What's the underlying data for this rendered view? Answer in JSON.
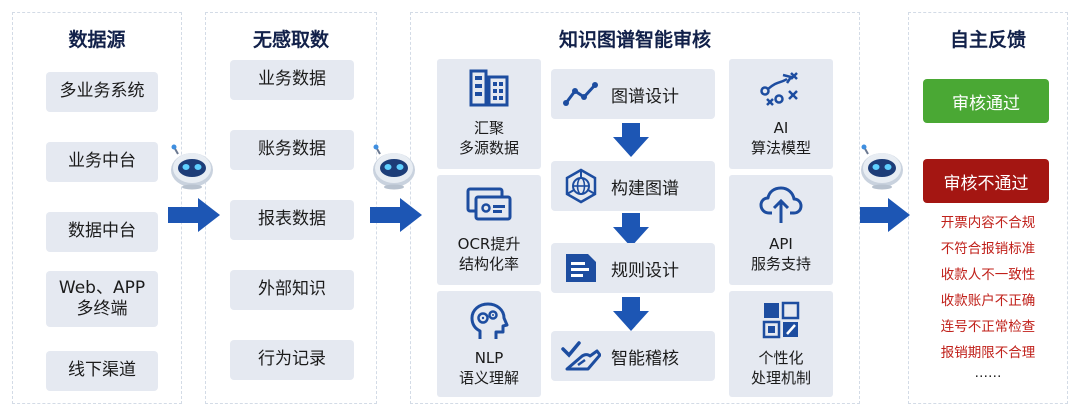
{
  "colors": {
    "title": "#12214a",
    "box_bg": "#e5e9f1",
    "arrow": "#1d56b4",
    "icon": "#1d4da0",
    "pass": "#4aa834",
    "fail": "#a41612",
    "reason_text": "#c0201a"
  },
  "sources": {
    "title": "数据源",
    "items": [
      "多业务系统",
      "业务中台",
      "数据中台",
      "Web、APP\n多终端",
      "线下渠道"
    ]
  },
  "collect": {
    "title": "无感取数",
    "items": [
      "业务数据",
      "账务数据",
      "报表数据",
      "外部知识",
      "行为记录"
    ]
  },
  "audit": {
    "title": "知识图谱智能审核",
    "left_cards": [
      {
        "icon": "building-data-icon",
        "lines": [
          "汇聚",
          "多源数据"
        ]
      },
      {
        "icon": "id-card-icon",
        "lines": [
          "OCR提升",
          "结构化率"
        ]
      },
      {
        "icon": "brain-gear-icon",
        "lines": [
          "NLP",
          "语义理解"
        ]
      }
    ],
    "steps": [
      {
        "icon": "line-chart-icon",
        "label": "图谱设计"
      },
      {
        "icon": "network-globe-icon",
        "label": "构建图谱"
      },
      {
        "icon": "rule-document-icon",
        "label": "规则设计"
      },
      {
        "icon": "check-hand-icon",
        "label": "智能稽核"
      }
    ],
    "right_cards": [
      {
        "icon": "algorithm-strategy-icon",
        "lines": [
          "AI",
          "算法模型"
        ]
      },
      {
        "icon": "cloud-upload-icon",
        "lines": [
          "API",
          "服务支持"
        ]
      },
      {
        "icon": "grid-app-icon",
        "lines": [
          "个性化",
          "处理机制"
        ]
      }
    ]
  },
  "feedback": {
    "title": "自主反馈",
    "pass_label": "审核通过",
    "fail_label": "审核不通过",
    "reasons": [
      "开票内容不合规",
      "不符合报销标准",
      "收款人不一致性",
      "收款账户不正确",
      "连号不正常检查",
      "报销期限不合理",
      "……"
    ]
  }
}
